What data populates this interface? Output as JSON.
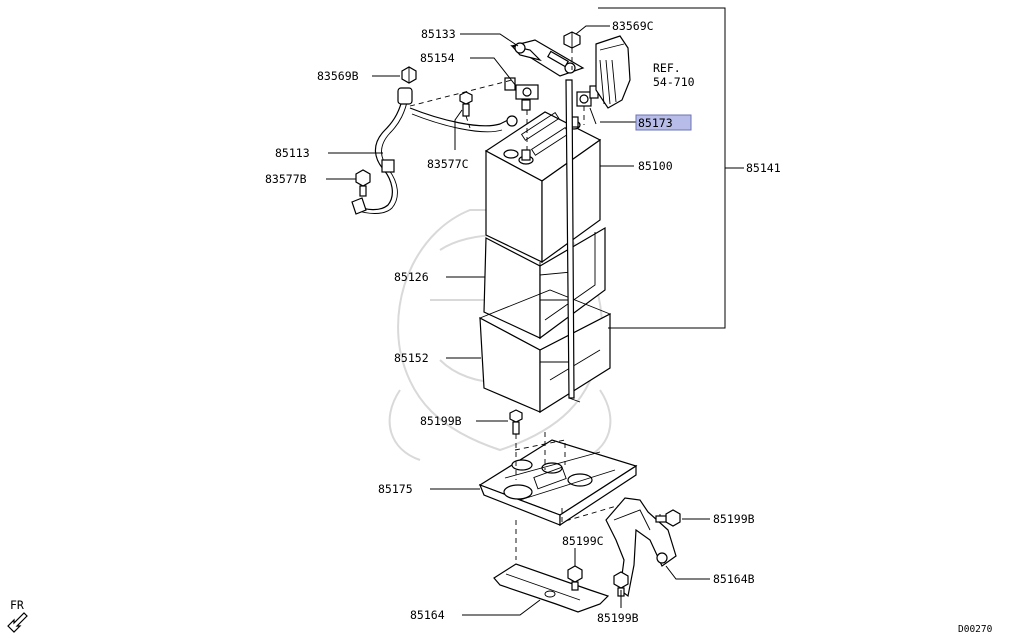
{
  "diagram": {
    "labels": {
      "p85133": "85133",
      "p83569C": "83569C",
      "p85154": "85154",
      "p83569B": "83569B",
      "ref_line1": "REF.",
      "ref_line2": "54-710",
      "p85173": "85173",
      "p85113": "85113",
      "p83577C": "83577C",
      "p85100": "85100",
      "p85141": "85141",
      "p83577B": "83577B",
      "p85126": "85126",
      "p85152": "85152",
      "p85199B_top": "85199B",
      "p85175": "85175",
      "p85199B_right": "85199B",
      "p85199C": "85199C",
      "p85164B": "85164B",
      "fr": "FR",
      "p85164": "85164",
      "p85199B_bottom": "85199B",
      "code": "D00270"
    },
    "highlight_color": "#b7bde8"
  }
}
